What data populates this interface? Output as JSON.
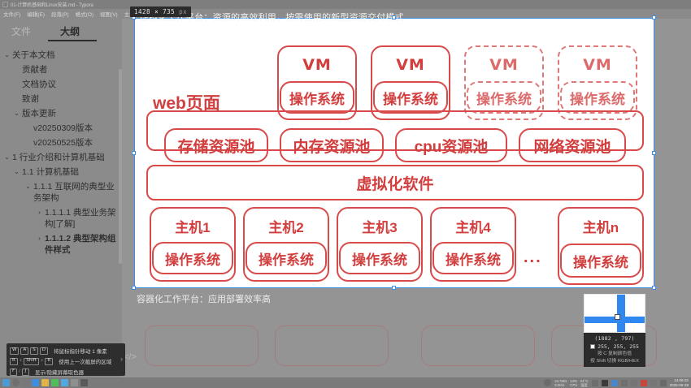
{
  "window": {
    "title": "01-计算机基础和Linux安装.md - Typora",
    "app_icon": "document-icon"
  },
  "menu": {
    "items": [
      "文件(F)",
      "编辑(E)",
      "段落(P)",
      "格式(O)",
      "视图(V)",
      "主题(T)",
      "帮助(H)"
    ]
  },
  "sidebar": {
    "tabs": [
      {
        "label": "文件",
        "active": false
      },
      {
        "label": "大纲",
        "active": true
      }
    ],
    "outline": [
      {
        "label": "关于本文档",
        "level": 0,
        "caret": "chevron-down-icon",
        "bold": false
      },
      {
        "label": "贡献者",
        "level": 1,
        "caret": "none",
        "bold": false
      },
      {
        "label": "文档协议",
        "level": 1,
        "caret": "none",
        "bold": false
      },
      {
        "label": "致谢",
        "level": 1,
        "caret": "none",
        "bold": false
      },
      {
        "label": "版本更新",
        "level": 1,
        "caret": "chevron-down-icon",
        "bold": false
      },
      {
        "label": "v20250309版本",
        "level": 2,
        "caret": "none",
        "bold": false
      },
      {
        "label": "v20250525版本",
        "level": 2,
        "caret": "none",
        "bold": false
      },
      {
        "label": "1 行业介绍和计算机基础",
        "level": 0,
        "caret": "chevron-down-icon",
        "bold": false
      },
      {
        "label": "1.1 计算机基础",
        "level": 1,
        "caret": "chevron-down-icon",
        "bold": false
      },
      {
        "label": "1.1.1 互联网的典型业务架构",
        "level": 2,
        "caret": "chevron-down-icon",
        "bold": false
      },
      {
        "label": "1.1.1.1 典型业务架构[了解]",
        "level": 3,
        "caret": "chevron-right-icon",
        "bold": false
      },
      {
        "label": "1.1.1.2 典型架构组件样式",
        "level": 3,
        "caret": "chevron-right-icon",
        "bold": true
      }
    ]
  },
  "editor": {
    "caption_below": "容器化工作平台：应用部署效率高"
  },
  "capture": {
    "size_badge": "1428 × 735",
    "size_unit": "px",
    "overlay_title": "虚拟化工作平台：资源的高效利用，按需使用的新型资源交付模式"
  },
  "diagram": {
    "web_label": "web页面",
    "vm_label": "VM",
    "os_label": "操作系统",
    "ellipsis": "...",
    "vms": [
      {
        "name": "VM",
        "os": "操作系统",
        "dashed": false
      },
      {
        "name": "VM",
        "os": "操作系统",
        "dashed": false
      },
      {
        "name": "VM",
        "os": "操作系统",
        "dashed": true
      },
      {
        "name": "VM",
        "os": "操作系统",
        "dashed": true
      }
    ],
    "pools": [
      "存储资源池",
      "内存资源池",
      "cpu资源池",
      "网络资源池"
    ],
    "virtualization_layer": "虚拟化软件",
    "hosts": [
      {
        "name": "主机1",
        "os": "操作系统"
      },
      {
        "name": "主机2",
        "os": "操作系统"
      },
      {
        "name": "主机3",
        "os": "操作系统"
      },
      {
        "name": "主机4",
        "os": "操作系统"
      },
      {
        "name": "主机n",
        "os": "操作系统"
      }
    ]
  },
  "hints": {
    "rows": [
      {
        "keys": [
          "W",
          "A",
          "S",
          "D"
        ],
        "sep": "",
        "text": "将鼠标指针移动 1 像素"
      },
      {
        "keys": [
          "R",
          "Shift",
          "R"
        ],
        "sep": "+",
        "text": "使用上一次截屏的区域"
      },
      {
        "keys": [
          "F",
          "J"
        ],
        "sep": "/",
        "text": "显示/隐藏屏幕取色器"
      }
    ],
    "more_arrow": "chevron-right-icon"
  },
  "picker": {
    "coordinate": "(1882 , 797)",
    "rgb": "255, 255, 255",
    "swatch_color": "#ffffff",
    "hint_copy": "按 C 复制颜色值",
    "hint_toggle": "按 Shift 切换 RGB/HEX"
  },
  "taskbar": {
    "net_down": "24.7M/s",
    "net_up": "6.0K/s",
    "net_label": "",
    "cpu_value": "14%",
    "cpu_label": "CPU",
    "temp_value": "61°C",
    "temp_label": "温度",
    "time": "14:09:22",
    "date": "2025-05-28",
    "launcher_icons": [
      "windows-start-icon",
      "search-icon",
      "task-view-icon",
      "browser-icon",
      "folder-icon",
      "wechat-icon",
      "qq-icon",
      "typora-icon",
      "terminal-icon"
    ],
    "tray_icons": [
      "chevron-up-icon",
      "screen-icon",
      "network-icon",
      "volume-icon",
      "settings-icon",
      "shield-icon",
      "battery-icon",
      "input-icon"
    ]
  },
  "colors": {
    "accent_blue": "#3a8ee6",
    "diagram_red": "#d94a4a",
    "diagram_red_dashed": "#e07878",
    "panel_dark": "#2b2b2b"
  }
}
